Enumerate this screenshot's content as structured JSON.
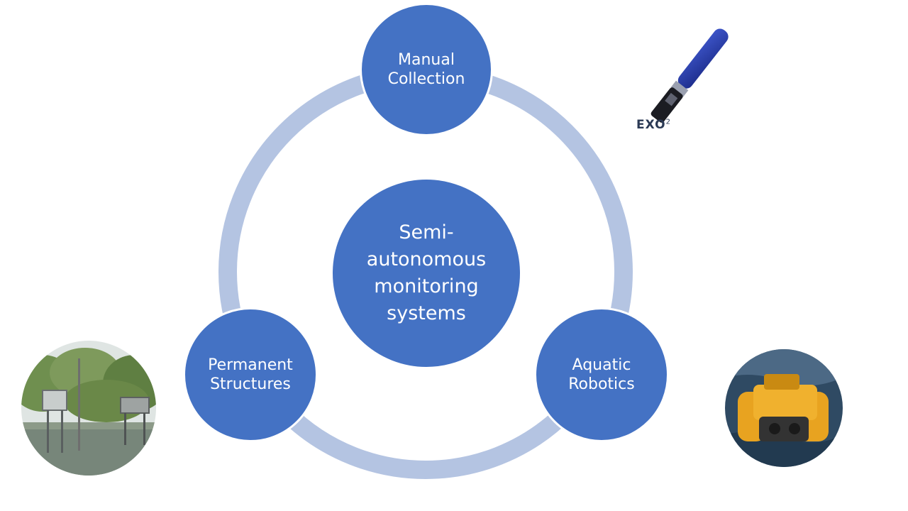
{
  "diagram": {
    "center_label": "Semi-\nautonomous\nmonitoring\nsystems",
    "nodes": [
      {
        "label": "Manual\nCollection"
      },
      {
        "label": "Permanent\nStructures"
      },
      {
        "label": "Aquatic\nRobotics"
      }
    ]
  },
  "product": {
    "logo_text": "EXO",
    "logo_superscript": "2"
  },
  "colors": {
    "node_fill": "#4472c4",
    "ring": "#b4c4e2",
    "text": "#ffffff"
  }
}
